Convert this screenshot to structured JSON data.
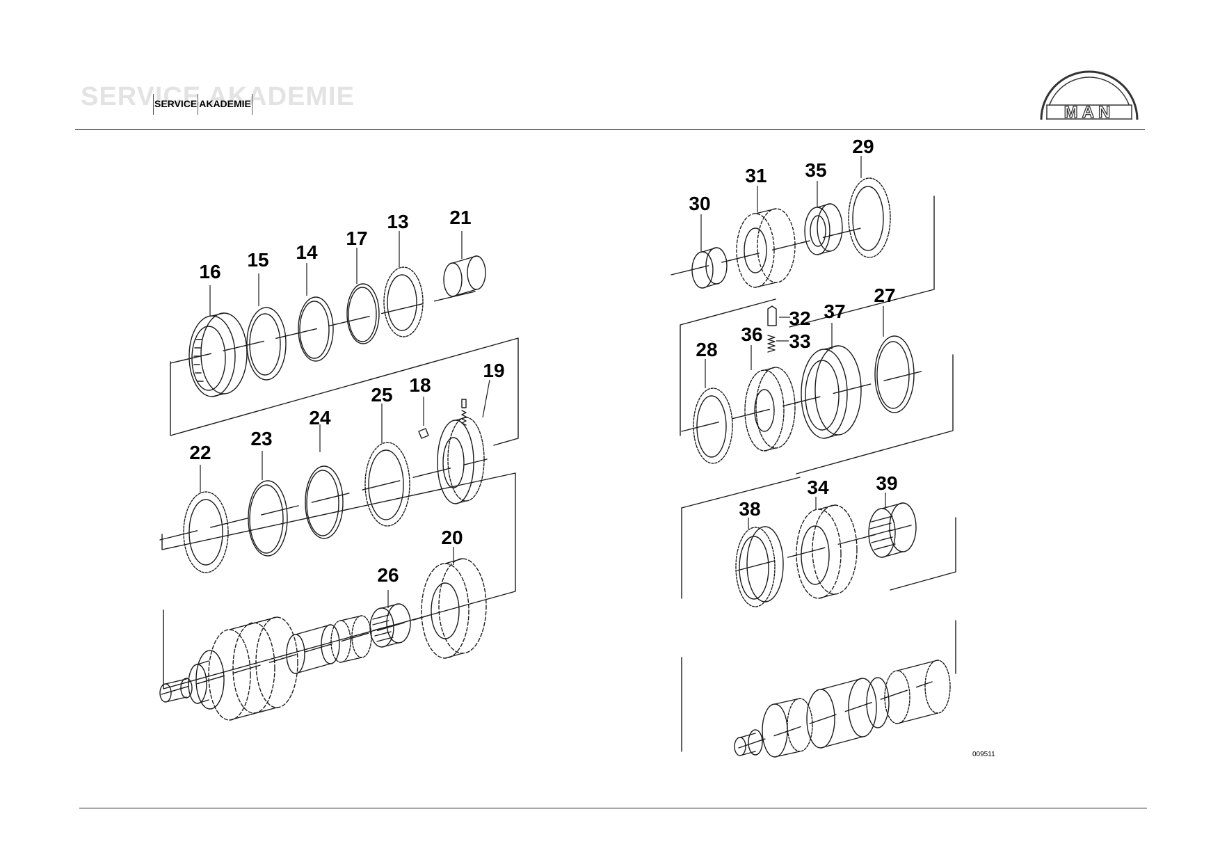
{
  "header": {
    "ghost_title": "SERVICE AKADEMIE",
    "title_part1": "SERVICE",
    "title_part2": "AKADEMIE"
  },
  "logo": {
    "text": "MAN",
    "icon": "man-logo"
  },
  "figure_number": "009511",
  "part_numbers": [
    "13",
    "14",
    "15",
    "16",
    "17",
    "18",
    "19",
    "20",
    "21",
    "22",
    "23",
    "24",
    "25",
    "26",
    "27",
    "28",
    "29",
    "30",
    "31",
    "32",
    "33",
    "34",
    "35",
    "36",
    "37",
    "38",
    "39"
  ],
  "colors": {
    "line": "#1a1a1a",
    "ghost": "#e3e3e3",
    "background": "#ffffff"
  }
}
